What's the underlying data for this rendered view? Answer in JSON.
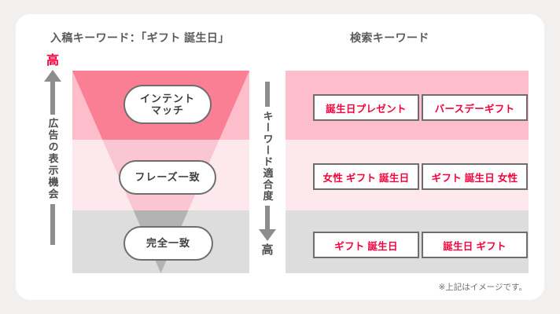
{
  "headers": {
    "left": "入稿キーワード：「ギフト 誕生日」",
    "right": "検索キーワード"
  },
  "axis_left": {
    "top_label": "高",
    "label": "広告の表示機会",
    "up_arrow_icon": "arrow-up-icon",
    "top_label_color": "#f5003c"
  },
  "axis_center": {
    "label": "キーワード適合度",
    "bottom_label": "高",
    "down_arrow_icon": "arrow-down-icon"
  },
  "funnel": {
    "rows": [
      {
        "pill": "インテント\nマッチ",
        "pill_line1": "インテント",
        "pill_line2": "マッチ",
        "band_color": "#fdbdcb",
        "funnel_color": "#fa7e94"
      },
      {
        "pill": "フレーズ一致",
        "band_color": "#fde8ee",
        "funnel_color": "#fbc6d3"
      },
      {
        "pill": "完全一致",
        "band_color": "#dddddd",
        "funnel_color": "#b3b3b3"
      }
    ]
  },
  "keywords": {
    "row_1": [
      "誕生日プレゼント",
      "バースデーギフト"
    ],
    "row_2": [
      "女性 ギフト 誕生日",
      "ギフト 誕生日 女性"
    ],
    "row_3": [
      "ギフト 誕生日",
      "誕生日 ギフト"
    ]
  },
  "footnote": "※上記はイメージです。",
  "colors": {
    "accent_red": "#f5003c",
    "gray_text": "#4d4d4d",
    "arrow_gray": "#8d8d8d",
    "card_bg": "#ffffff",
    "page_bg": "#f2f0ef"
  }
}
